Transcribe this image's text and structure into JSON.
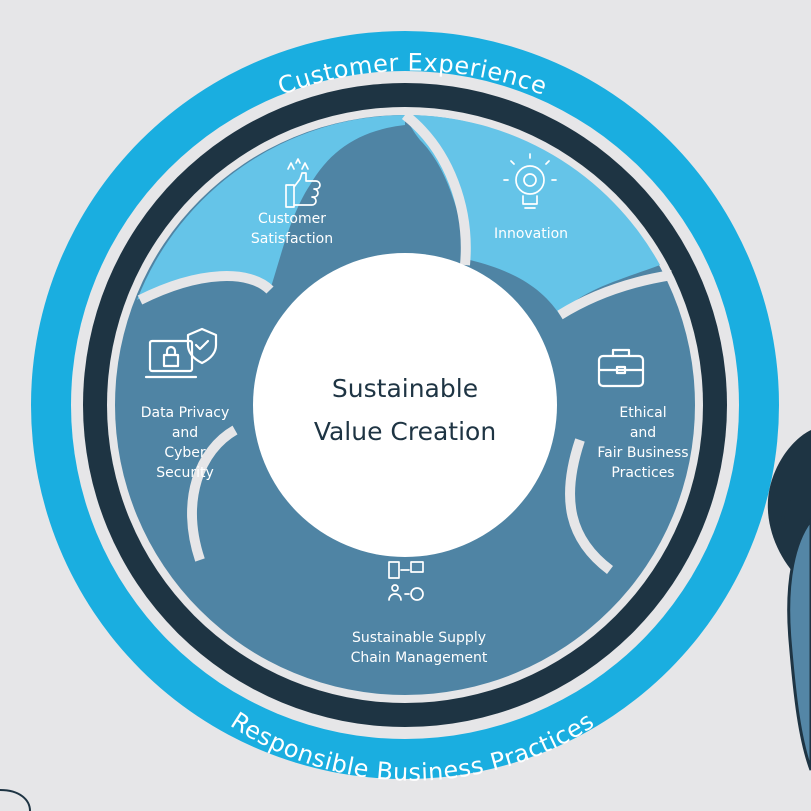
{
  "diagram": {
    "outer_ring_top": "Customer Experience",
    "outer_ring_bottom": "Responsible Business Practices",
    "center": {
      "line1": "Sustainable",
      "line2": "Value Creation"
    },
    "segments": {
      "customer_satisfaction": {
        "line1": "Customer",
        "line2": "Satisfaction"
      },
      "innovation": {
        "line1": "Innovation"
      },
      "ethical": {
        "line1": "Ethical",
        "line2": "and",
        "line3": "Fair Business",
        "line4": "Practices"
      },
      "supply_chain": {
        "line1": "Sustainable Supply",
        "line2": "Chain Management"
      },
      "data_privacy": {
        "line1": "Data Privacy",
        "line2": "and",
        "line3": "Cyber",
        "line4": "Security"
      }
    }
  },
  "colors": {
    "background": "#e6e6e8",
    "light_blue_ring": "#1aaee0",
    "dark_navy_ring": "#1e3443",
    "light_segment": "#5cc0e6",
    "mid_segment": "#5486a6",
    "steel_segment": "#4a7b9a",
    "center_fill": "#ffffff"
  }
}
